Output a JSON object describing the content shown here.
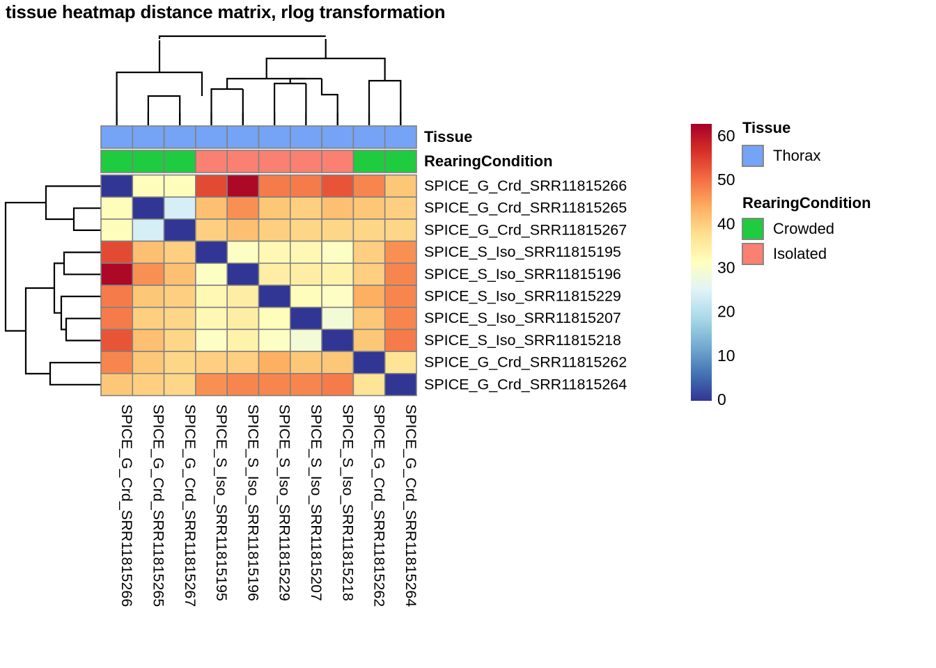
{
  "title": "tissue heatmap distance matrix, rlog transformation",
  "chart_data": {
    "type": "heatmap",
    "title": "tissue heatmap distance matrix, rlog transformation",
    "xlabel": "",
    "ylabel": "",
    "colorbar": {
      "ticks": [
        "60",
        "50",
        "40",
        "30",
        "20",
        "10",
        "0"
      ],
      "tick_values": [
        60,
        50,
        40,
        30,
        20,
        10,
        0
      ],
      "vmin": 0,
      "vmax": 63,
      "colormap": "RdYlBu reversed",
      "stops": [
        "#313695",
        "#4575b4",
        "#74add1",
        "#abd9e9",
        "#e0f3f8",
        "#ffffbf",
        "#fee090",
        "#fdae61",
        "#f46d43",
        "#d73027",
        "#a50026"
      ]
    },
    "row_labels": [
      "SPICE_G_Crd_SRR11815266",
      "SPICE_G_Crd_SRR11815265",
      "SPICE_G_Crd_SRR11815267",
      "SPICE_S_Iso_SRR11815195",
      "SPICE_S_Iso_SRR11815196",
      "SPICE_S_Iso_SRR11815229",
      "SPICE_S_Iso_SRR11815207",
      "SPICE_S_Iso_SRR11815218",
      "SPICE_G_Crd_SRR11815262",
      "SPICE_G_Crd_SRR11815264"
    ],
    "col_labels": [
      "SPICE_G_Crd_SRR11815266",
      "SPICE_G_Crd_SRR11815265",
      "SPICE_G_Crd_SRR11815267",
      "SPICE_S_Iso_SRR11815195",
      "SPICE_S_Iso_SRR11815196",
      "SPICE_S_Iso_SRR11815229",
      "SPICE_S_Iso_SRR11815207",
      "SPICE_S_Iso_SRR11815218",
      "SPICE_G_Crd_SRR11815262",
      "SPICE_G_Crd_SRR11815264"
    ],
    "values": [
      [
        0.0,
        32.0,
        32.0,
        54.0,
        62.0,
        49.0,
        49.0,
        53.0,
        48.0,
        41.0
      ],
      [
        32.0,
        0.0,
        24.0,
        42.0,
        47.0,
        41.0,
        40.0,
        42.0,
        41.0,
        40.0
      ],
      [
        32.0,
        24.0,
        0.0,
        40.0,
        42.0,
        40.0,
        39.0,
        39.0,
        39.0,
        39.0
      ],
      [
        54.0,
        42.0,
        40.0,
        0.0,
        31.0,
        33.0,
        33.0,
        31.0,
        40.0,
        47.0
      ],
      [
        62.0,
        47.0,
        42.0,
        31.0,
        0.0,
        35.0,
        35.0,
        34.0,
        40.0,
        48.0
      ],
      [
        49.0,
        41.0,
        40.0,
        33.0,
        35.0,
        0.0,
        32.0,
        31.0,
        44.0,
        48.0
      ],
      [
        49.0,
        40.0,
        39.0,
        33.0,
        35.0,
        32.0,
        0.0,
        29.0,
        41.0,
        48.0
      ],
      [
        53.0,
        42.0,
        39.0,
        31.0,
        34.0,
        31.0,
        29.0,
        0.0,
        41.0,
        49.0
      ],
      [
        48.0,
        41.0,
        39.0,
        40.0,
        40.0,
        44.0,
        41.0,
        41.0,
        0.0,
        37.0
      ],
      [
        41.0,
        40.0,
        39.0,
        47.0,
        48.0,
        48.0,
        48.0,
        49.0,
        37.0,
        0.0
      ]
    ],
    "annotations": {
      "rows": [
        {
          "name": "Tissue",
          "values": [
            "Thorax",
            "Thorax",
            "Thorax",
            "Thorax",
            "Thorax",
            "Thorax",
            "Thorax",
            "Thorax",
            "Thorax",
            "Thorax"
          ]
        },
        {
          "name": "RearingCondition",
          "values": [
            "Crowded",
            "Crowded",
            "Crowded",
            "Isolated",
            "Isolated",
            "Isolated",
            "Isolated",
            "Isolated",
            "Crowded",
            "Crowded"
          ]
        }
      ]
    }
  },
  "annotation_labels": {
    "tissue": "Tissue",
    "rearing_condition": "RearingCondition"
  },
  "legends": [
    {
      "title": "Tissue",
      "items": [
        {
          "label": "Thorax",
          "color": "#75a3f5"
        }
      ]
    },
    {
      "title": "RearingCondition",
      "items": [
        {
          "label": "Crowded",
          "color": "#1fcc3f"
        },
        {
          "label": "Isolated",
          "color": "#fa8072"
        }
      ]
    }
  ],
  "colors": {
    "thorax": "#75a3f5",
    "crowded": "#1fcc3f",
    "isolated": "#fa8072",
    "cell_border": "#808080",
    "dendrogram": "#000000"
  },
  "colorbar_ticks": [
    "60",
    "50",
    "40",
    "30",
    "20",
    "10",
    "0"
  ],
  "dendrograms": {
    "column": {
      "description": "top dendrogram over 10 samples",
      "leaf_order": [
        0,
        1,
        2,
        3,
        4,
        5,
        6,
        7,
        8,
        9
      ]
    },
    "row": {
      "description": "left dendrogram over 10 samples",
      "leaf_order": [
        0,
        1,
        2,
        3,
        4,
        5,
        6,
        7,
        8,
        9
      ]
    }
  }
}
